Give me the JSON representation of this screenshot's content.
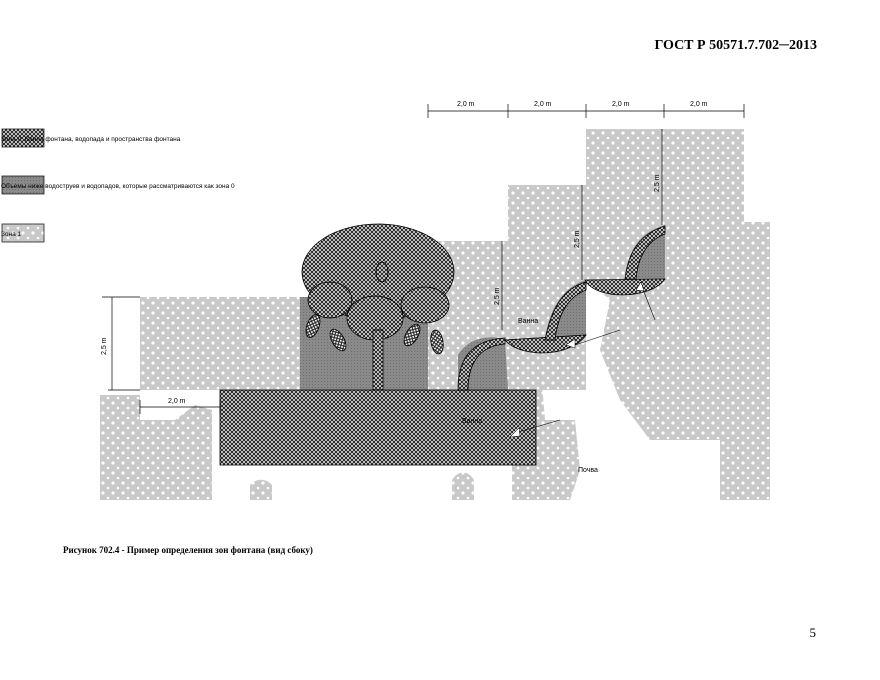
{
  "header": {
    "doc_code": "ГОСТ Р 50571.7.702─2013"
  },
  "legend": [
    {
      "label": "Зона 0: Ванна фонтана, водопада и пространства фонтана"
    },
    {
      "label": "Объемы ниже водоструев и водопадов, которые рассматриваются как зона 0"
    },
    {
      "label": "Зона 1"
    }
  ],
  "figure": {
    "top_dimensions": [
      "2,0 m",
      "2,0 m",
      "2,0 m",
      "2,0 m"
    ],
    "height_dimensions": [
      "2,5 m",
      "2,5 m",
      "2,5 m",
      "2,5 m"
    ],
    "ground_dimension": "2,0 m",
    "labels": {
      "basin_small": "Ванна",
      "basin_main": "Ванна",
      "soil": "Почва"
    }
  },
  "caption": "Рисунок 702.4 - Пример определения зон фонтана (вид сбоку)",
  "footer": {
    "page_number": "5"
  }
}
